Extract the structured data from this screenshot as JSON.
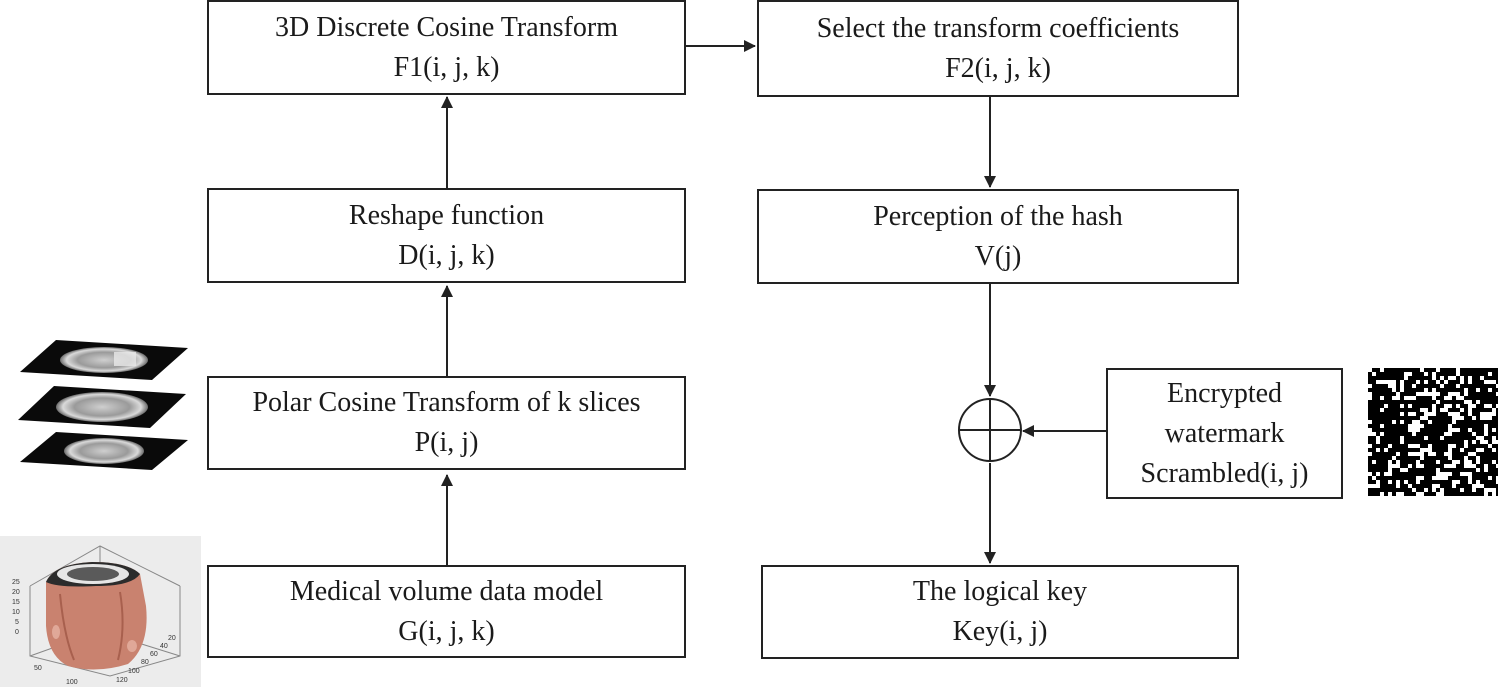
{
  "boxes": {
    "dct": {
      "title": "3D Discrete Cosine Transform",
      "formula": "F1(i, j, k)"
    },
    "select": {
      "title": "Select the transform coefficients",
      "formula": "F2(i, j, k)"
    },
    "reshape": {
      "title": "Reshape function",
      "formula": "D(i, j, k)"
    },
    "hash": {
      "title": "Perception of the hash",
      "formula": "V(j)"
    },
    "polar": {
      "title": "Polar Cosine Transform of k slices",
      "formula": "P(i, j)"
    },
    "watermark": {
      "line1": "Encrypted",
      "line2": "watermark",
      "formula": "Scrambled(i, j)"
    },
    "medical": {
      "title": "Medical volume data model",
      "formula": "G(i, j, k)"
    },
    "key": {
      "title": "The logical key",
      "formula": "Key(i, j)"
    }
  },
  "volume_plot": {
    "z_ticks": [
      "25",
      "20",
      "15",
      "10",
      "5",
      "0"
    ],
    "x_ticks": [
      "50",
      "100"
    ],
    "y_ticks": [
      "20",
      "40",
      "60",
      "80",
      "100",
      "120"
    ],
    "surface_color": "#d08a78"
  },
  "colors": {
    "line": "#222222",
    "box_border": "#222222",
    "text": "#1a1a1a"
  }
}
